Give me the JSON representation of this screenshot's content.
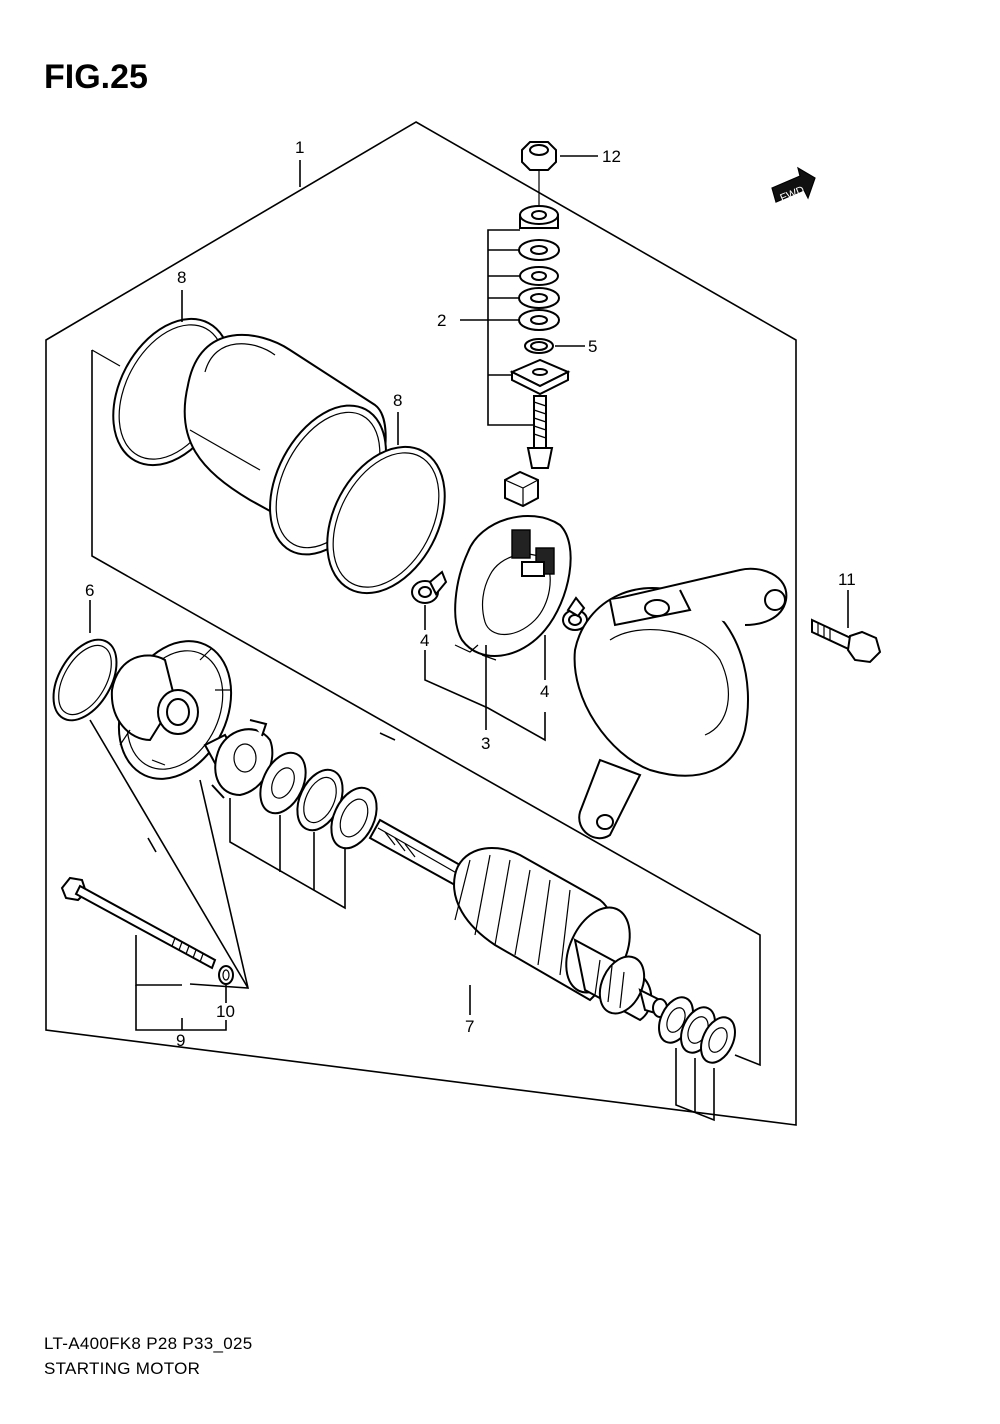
{
  "figure": {
    "title": "FIG.25",
    "model_code": "LT-A400FK8 P28 P33_025",
    "name": "STARTING MOTOR",
    "fwd_label": "FWD"
  },
  "callouts": {
    "c1": "1",
    "c2": "2",
    "c3": "3",
    "c4a": "4",
    "c4b": "4",
    "c5": "5",
    "c6": "6",
    "c7": "7",
    "c8a": "8",
    "c8b": "8",
    "c9": "9",
    "c10": "10",
    "c11": "11",
    "c12": "12"
  }
}
